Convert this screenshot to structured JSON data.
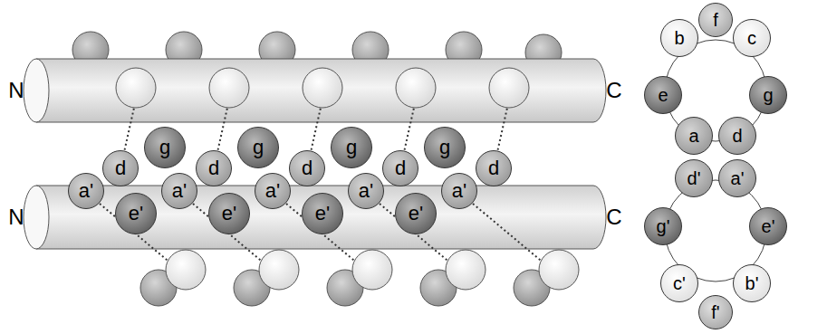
{
  "diagram": {
    "nodes": [
      {
        "text": [
          "g"
        ]
      },
      {
        "text": [
          "g"
        ]
      },
      {
        "text": [
          "g"
        ]
      },
      {
        "text": [
          "g"
        ]
      },
      {
        "text": [
          "d"
        ]
      },
      {
        "text": [
          "d"
        ]
      },
      {
        "text": [
          "d"
        ]
      },
      {
        "text": [
          "d"
        ]
      },
      {
        "text": [
          "d"
        ]
      },
      {
        "text": [
          "a'"
        ]
      },
      {
        "text": [
          "a'"
        ]
      },
      {
        "text": [
          "a'"
        ]
      },
      {
        "text": [
          "a'"
        ]
      },
      {
        "text": [
          "a'"
        ]
      },
      {
        "text": [
          "e'"
        ]
      },
      {
        "text": [
          "e'"
        ]
      },
      {
        "text": [
          "e'"
        ]
      },
      {
        "text": [
          "e'"
        ]
      },
      {
        "text": [
          "b"
        ]
      },
      {
        "text": [
          "f"
        ]
      },
      {
        "text": [
          "c"
        ]
      },
      {
        "text": [
          "e"
        ]
      },
      {
        "text": [
          "g"
        ]
      },
      {
        "text": [
          "a"
        ]
      },
      {
        "text": [
          "d"
        ]
      },
      {
        "text": [
          "d'"
        ]
      },
      {
        "text": [
          "a'"
        ]
      },
      {
        "text": [
          "g'"
        ]
      },
      {
        "text": [
          "e'"
        ]
      },
      {
        "text": [
          "c'"
        ]
      },
      {
        "text": [
          "f'"
        ]
      },
      {
        "text": [
          "b'"
        ]
      }
    ],
    "edges": [],
    "labels": [
      "N",
      "C",
      "N",
      "C"
    ]
  }
}
